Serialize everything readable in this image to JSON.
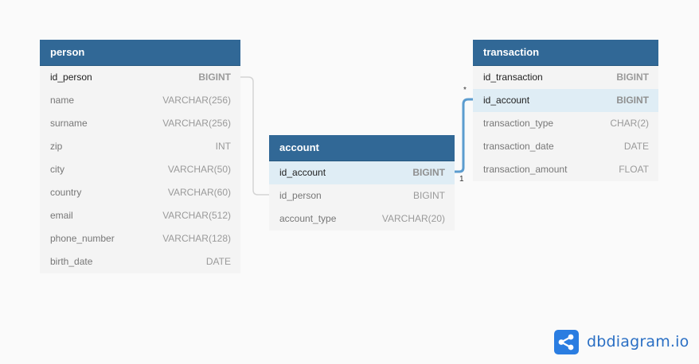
{
  "tables": {
    "person": {
      "name": "person",
      "fields": [
        {
          "name": "id_person",
          "type": "BIGINT"
        },
        {
          "name": "name",
          "type": "VARCHAR(256)"
        },
        {
          "name": "surname",
          "type": "VARCHAR(256)"
        },
        {
          "name": "zip",
          "type": "INT"
        },
        {
          "name": "city",
          "type": "VARCHAR(50)"
        },
        {
          "name": "country",
          "type": "VARCHAR(60)"
        },
        {
          "name": "email",
          "type": "VARCHAR(512)"
        },
        {
          "name": "phone_number",
          "type": "VARCHAR(128)"
        },
        {
          "name": "birth_date",
          "type": "DATE"
        }
      ]
    },
    "account": {
      "name": "account",
      "fields": [
        {
          "name": "id_account",
          "type": "BIGINT"
        },
        {
          "name": "id_person",
          "type": "BIGINT"
        },
        {
          "name": "account_type",
          "type": "VARCHAR(20)"
        }
      ]
    },
    "transaction": {
      "name": "transaction",
      "fields": [
        {
          "name": "id_transaction",
          "type": "BIGINT"
        },
        {
          "name": "id_account",
          "type": "BIGINT"
        },
        {
          "name": "transaction_type",
          "type": "CHAR(2)"
        },
        {
          "name": "transaction_date",
          "type": "DATE"
        },
        {
          "name": "transaction_amount",
          "type": "FLOAT"
        }
      ]
    }
  },
  "relations": {
    "account_transaction": {
      "from_card": "1",
      "to_card": "*"
    }
  },
  "brand": {
    "text": "dbdiagram.io"
  },
  "colors": {
    "header": "#316896",
    "highlight_row": "#dfedf5",
    "link_active": "#5b9ccf",
    "link_idle": "#d4d4d4",
    "brand": "#2a7de1"
  }
}
